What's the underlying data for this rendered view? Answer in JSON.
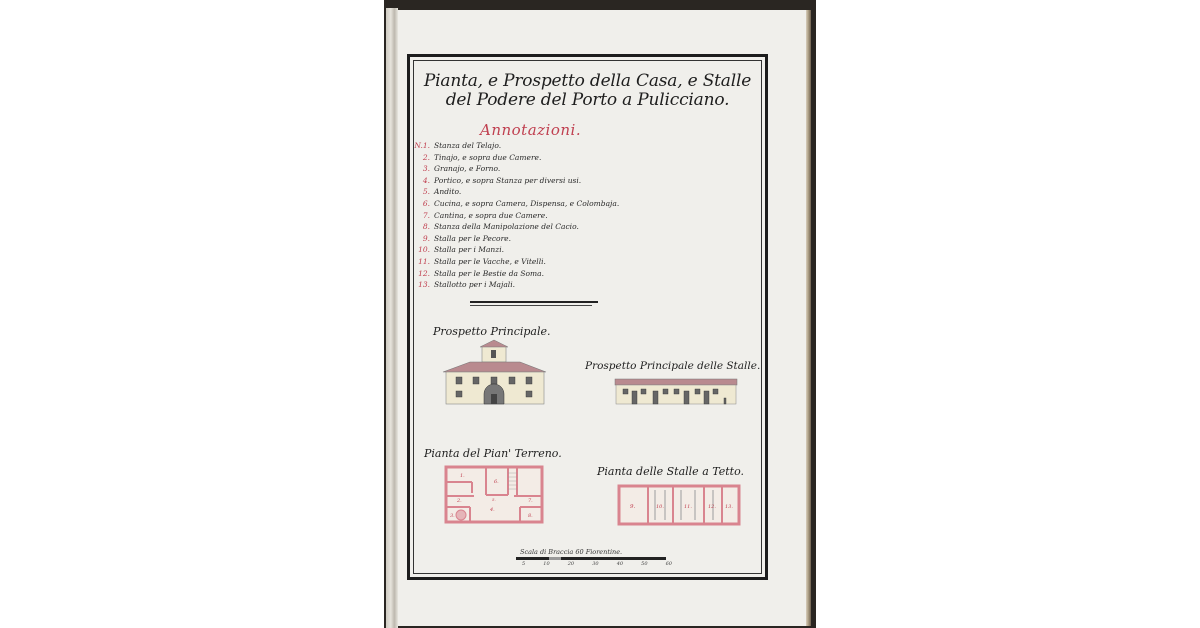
{
  "document": {
    "title_line1": "Pianta, e Prospetto della Casa, e Stalle",
    "title_line2": "del Podere del Porto a Pulicciano.",
    "annotations_heading": "Annotazioni.",
    "annotations": [
      {
        "num": "N.1.",
        "text": "Stanza del Telajo."
      },
      {
        "num": "2.",
        "text": "Tinajo, e sopra due Camere."
      },
      {
        "num": "3.",
        "text": "Granajo, e Forno."
      },
      {
        "num": "4.",
        "text": "Portico, e sopra Stanza per diversi usi."
      },
      {
        "num": "5.",
        "text": "Andito."
      },
      {
        "num": "6.",
        "text": "Cucina, e sopra Camera, Dispensa, e Colombaja."
      },
      {
        "num": "7.",
        "text": "Cantina, e sopra due Camere."
      },
      {
        "num": "8.",
        "text": "Stanza della Manipolazione del Cacio."
      },
      {
        "num": "9.",
        "text": "Stalla per le Pecore."
      },
      {
        "num": "10.",
        "text": "Stalla per i Manzi."
      },
      {
        "num": "11.",
        "text": "Stalla per le Vacche, e Vitelli."
      },
      {
        "num": "12.",
        "text": "Stalla per le Bestie da Soma."
      },
      {
        "num": "13.",
        "text": "Stallotto per i Majali."
      }
    ],
    "drawings": {
      "house_elevation_caption": "Prospetto Principale.",
      "stables_elevation_caption": "Prospetto Principale delle Stalle.",
      "ground_floor_plan_caption": "Pianta del Pian' Terreno.",
      "stables_plan_caption": "Pianta delle Stalle a Tetto.",
      "ground_floor_room_labels": [
        "1.",
        "2.",
        "3.",
        "4.",
        "5.",
        "6.",
        "7.",
        "8."
      ],
      "stables_room_labels": [
        "9.",
        "10.",
        "11.",
        "12.",
        "13."
      ]
    },
    "scale": {
      "caption": "Scala di Braccia 60 Fiorentine.",
      "ticks": [
        "5",
        "10",
        "20",
        "30",
        "40",
        "50",
        "60"
      ]
    },
    "colors": {
      "paper": "#f0efeb",
      "ink": "#1e1e1e",
      "red_ink": "#c04050",
      "plan_wall": "#d9848f",
      "facade": "#efe9d2",
      "roof": "#b98a8f"
    }
  }
}
